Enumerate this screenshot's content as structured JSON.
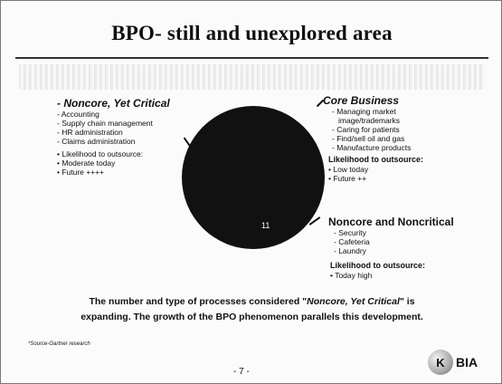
{
  "slide": {
    "title": "BPO- still and unexplored area",
    "page_number": "- 7 -",
    "source": "*Source-Gartner research",
    "caption": {
      "line1_pre": "The number and type of processes considered \"",
      "line1_em": "Noncore, Yet Critical",
      "line1_post": "\" is",
      "line2": "expanding. The growth of the BPO phenomenon parallels this development."
    },
    "pie_label": "11"
  },
  "noncore_critical": {
    "heading": "Noncore, Yet Critical",
    "items": [
      "Accounting",
      "Supply chain management",
      "HR administration",
      "Claims administration"
    ],
    "likelihood_title": "Likelihood to outsource:",
    "likelihood_items": [
      "Moderate today",
      "Future ++++"
    ]
  },
  "core_business": {
    "heading": "Core Business",
    "items": [
      "Managing market",
      "image/trademarks",
      "Caring for patients",
      "Find/sell oil and gas",
      "Manufacture products"
    ],
    "likelihood_title": "Likelihood to outsource:",
    "likelihood_items": [
      "Low today",
      "Future ++"
    ]
  },
  "noncore_noncritical": {
    "heading": "Noncore and Noncritical",
    "items": [
      "Security",
      "Cafeteria",
      "Laundry"
    ],
    "likelihood_title": "Likelihood to outsource:",
    "likelihood_items": [
      "Today high"
    ]
  },
  "logo": {
    "mark": "K",
    "text": "BIA"
  },
  "colors": {
    "pie": "#111111",
    "rule": "#333333"
  }
}
